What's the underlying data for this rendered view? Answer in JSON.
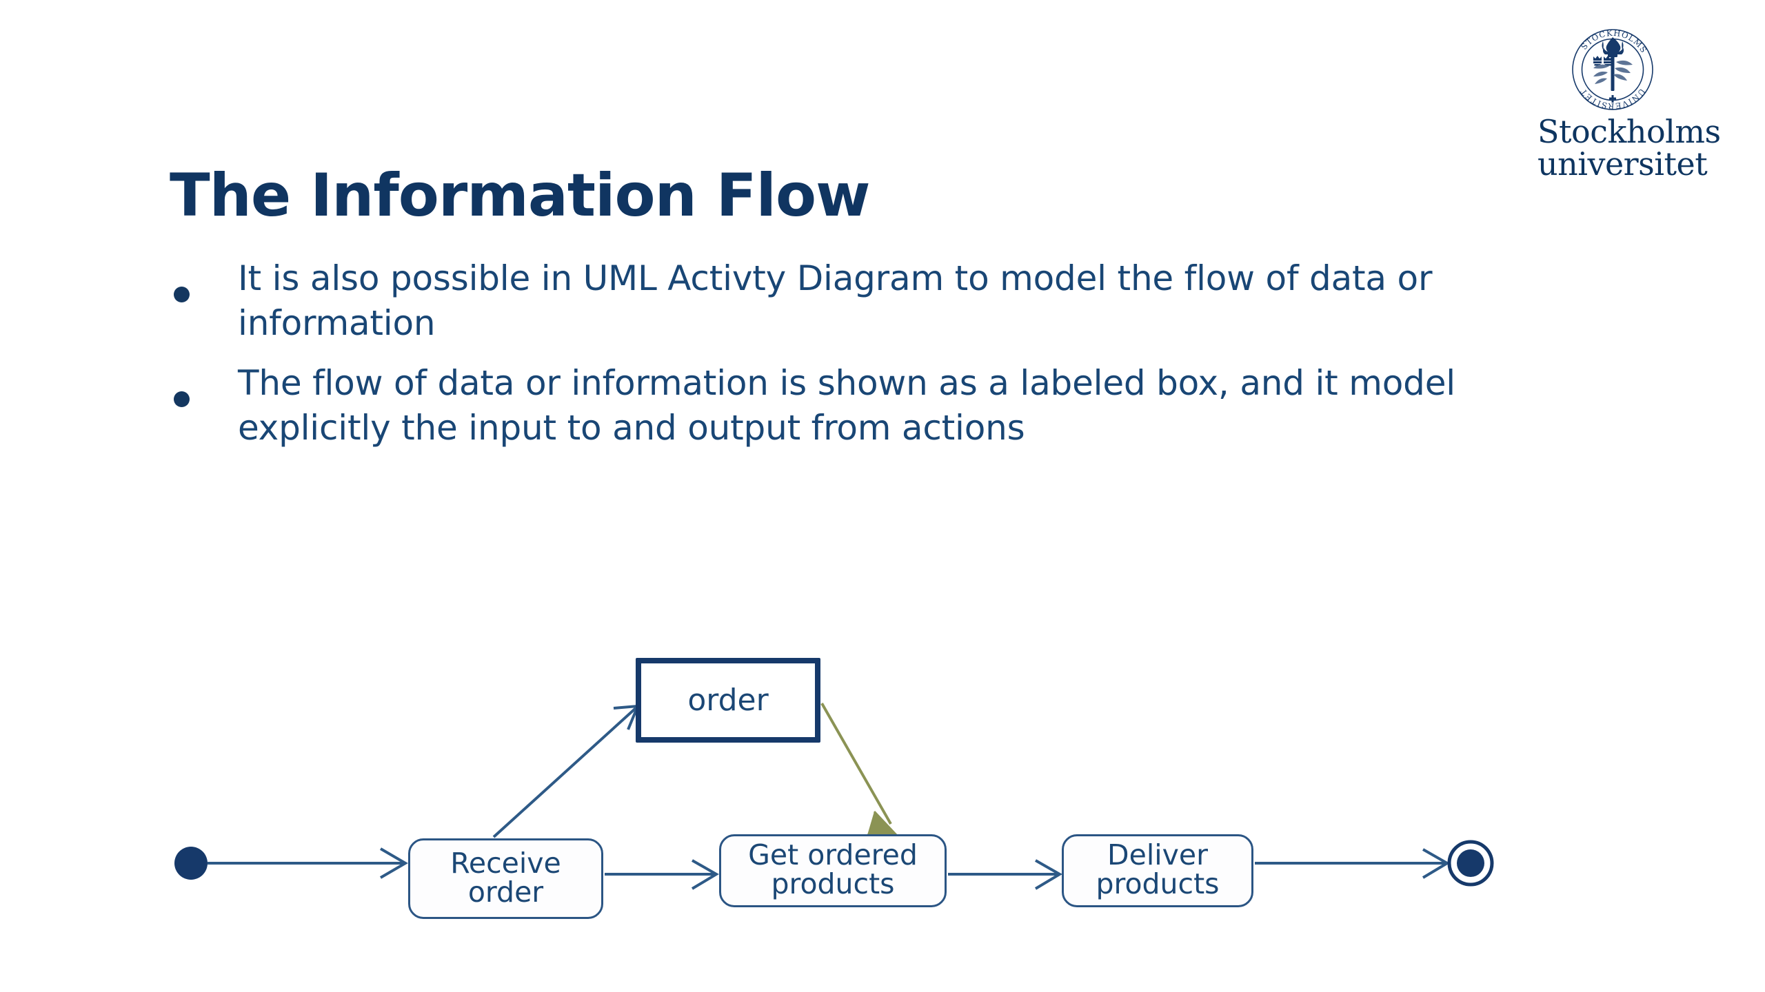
{
  "slide": {
    "title": "The Information Flow",
    "bullets": [
      "It is also possible in UML Activty Diagram to model the flow of data or information",
      "The flow of data or information is shown as a labeled box, and it model explicitly the input to and output from actions"
    ]
  },
  "logo": {
    "seal_text_upper": "STOCKHOLMS",
    "seal_text_lower": "UNIVERSITET",
    "wordmark_line1": "Stockholms",
    "wordmark_line2": "universitet"
  },
  "diagram": {
    "type": "uml-activity-diagram",
    "object_nodes": [
      {
        "id": "order",
        "label": "order"
      }
    ],
    "action_nodes": [
      {
        "id": "receive-order",
        "label": "Receive\norder",
        "line1": "Receive",
        "line2": "order"
      },
      {
        "id": "get-ordered-products",
        "label": "Get ordered\nproducts",
        "line1": "Get ordered",
        "line2": "products"
      },
      {
        "id": "deliver-products",
        "label": "Deliver\nproducts",
        "line1": "Deliver",
        "line2": "products"
      }
    ],
    "control_nodes": [
      {
        "id": "initial-node",
        "kind": "initial"
      },
      {
        "id": "final-node",
        "kind": "activity-final"
      }
    ],
    "edges": [
      {
        "from": "initial-node",
        "to": "receive-order",
        "style": "control-flow",
        "color": "#2e5a87"
      },
      {
        "from": "receive-order",
        "to": "order",
        "style": "object-flow-out",
        "color": "#2e5a87"
      },
      {
        "from": "order",
        "to": "get-ordered-products",
        "style": "object-flow-in",
        "color": "#8b9354"
      },
      {
        "from": "receive-order",
        "to": "get-ordered-products",
        "style": "control-flow",
        "color": "#2e5a87"
      },
      {
        "from": "get-ordered-products",
        "to": "deliver-products",
        "style": "control-flow",
        "color": "#2e5a87"
      },
      {
        "from": "deliver-products",
        "to": "final-node",
        "style": "control-flow",
        "color": "#2e5a87"
      }
    ]
  },
  "colors": {
    "title": "#103561",
    "body_text": "#194675",
    "navy": "#16396a",
    "edge_navy": "#2e5a87",
    "edge_olive": "#8b9354",
    "background": "#ffffff"
  }
}
